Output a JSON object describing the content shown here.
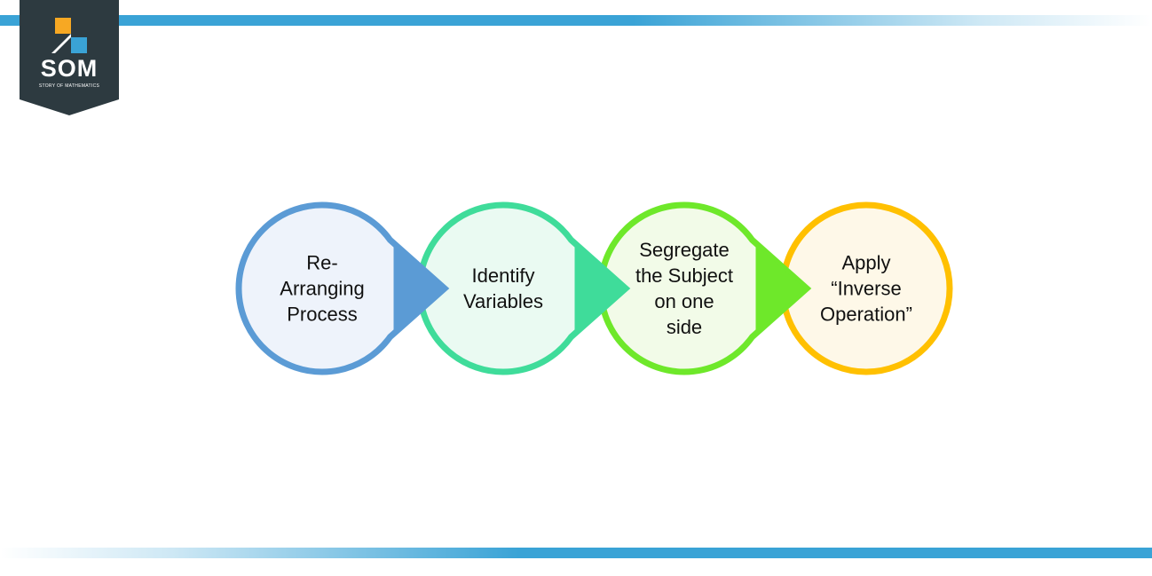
{
  "logo": {
    "name": "SOM",
    "tagline": "STORY OF MATHEMATICS",
    "bg_color": "#2d3a40",
    "accent_orange": "#f7a823",
    "accent_blue": "#3aa3d6"
  },
  "bars": {
    "color": "#3aa3d6"
  },
  "steps": [
    {
      "lines": [
        "Re-",
        "Arranging",
        "Process"
      ],
      "stroke": "#5b9bd5",
      "fill": "#eef3fb"
    },
    {
      "lines": [
        "Identify",
        "Variables"
      ],
      "stroke": "#3fdc9a",
      "fill": "#eafaf2"
    },
    {
      "lines": [
        "Segregate",
        "the Subject",
        "on one",
        "side"
      ],
      "stroke": "#6ee82a",
      "fill": "#f2fbe8"
    },
    {
      "lines": [
        "Apply",
        "“Inverse",
        "Operation”"
      ],
      "stroke": "#ffc000",
      "fill": "#fef8e8"
    }
  ]
}
